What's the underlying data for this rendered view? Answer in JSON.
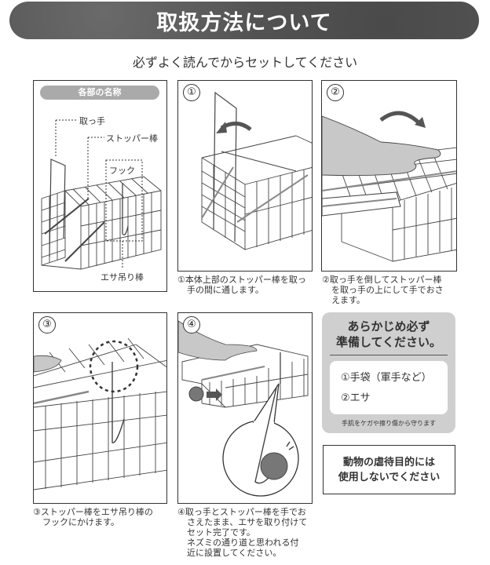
{
  "header": {
    "title": "取扱方法について",
    "subtitle": "必ずよく読んでからセットしてください"
  },
  "parts_panel": {
    "heading": "各部の名称",
    "labels": {
      "handle": "取っ手",
      "stopper_bar": "ストッパー棒",
      "hook": "フック",
      "bait_bar": "エサ吊り棒"
    }
  },
  "steps": [
    {
      "number": "①",
      "caption_line1": "①本体上部のストッパー棒を取っ",
      "caption_line2": "手の間に通します。",
      "caption_line3": "",
      "caption_line4": "",
      "caption_line5": ""
    },
    {
      "number": "②",
      "caption_line1": "②取っ手を倒してストッパー棒",
      "caption_line2": "を取っ手の上にして手でおさ",
      "caption_line3": "えます。",
      "caption_line4": "",
      "caption_line5": ""
    },
    {
      "number": "③",
      "caption_line1": "③ストッパー棒をエサ吊り棒の",
      "caption_line2": "フックにかけます。",
      "caption_line3": "",
      "caption_line4": "",
      "caption_line5": ""
    },
    {
      "number": "④",
      "caption_line1": "④取っ手とストッパー棒を手でお",
      "caption_line2": "さえたまま、エサを取り付けて",
      "caption_line3": "セット完了です。",
      "caption_line4": "ネズミの通り道と思われる付",
      "caption_line5": "近に設置してください。"
    }
  ],
  "prep_box": {
    "title_line1": "あらかじめ必ず",
    "title_line2": "準備してください。",
    "items": [
      "①手袋（軍手など）",
      "②エサ"
    ],
    "note": "手肌をケガや擦り傷から守ります"
  },
  "warning_box": {
    "line1": "動物の虐待目的には",
    "line2": "使用しないでください"
  },
  "colors": {
    "banner": "#555555",
    "pill": "#aaaaaa",
    "prep_bg": "#cfcfcf",
    "line": "#333333"
  }
}
